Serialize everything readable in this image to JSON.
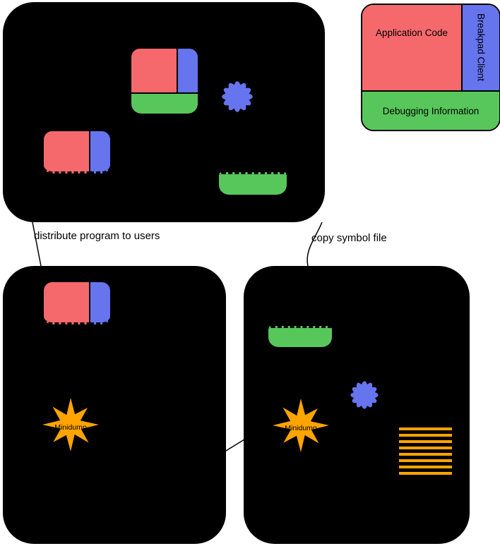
{
  "legend": {
    "application_code": "Application Code",
    "breakpad_client": "Breakpad Client",
    "debugging_information": "Debugging Information"
  },
  "labels": {
    "distribute": "distribute program to users",
    "copy_symbol": "copy symbol file"
  },
  "minidump": {
    "label": "Minidump"
  },
  "symbol_dump": {
    "line_count": 8
  },
  "colors": {
    "red": "#f5696c",
    "blue": "#6674ee",
    "green": "#58c75b",
    "orange": "#ffa400",
    "panel": "#000000",
    "line": "#000000"
  }
}
